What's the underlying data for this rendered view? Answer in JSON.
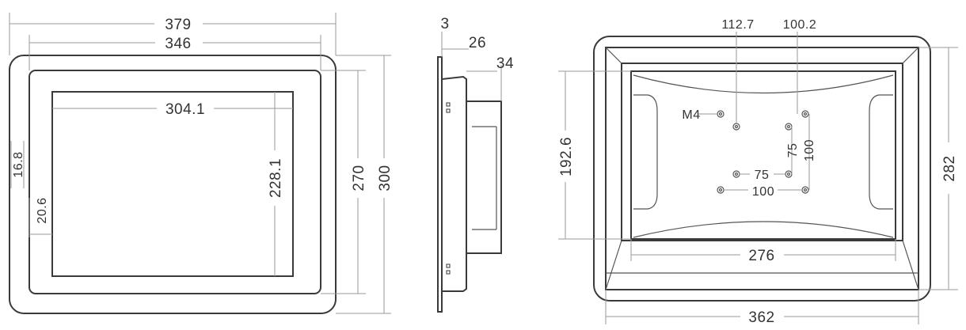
{
  "front_view": {
    "outer_width": "379",
    "bezel_width": "346",
    "active_width": "304.1",
    "active_height": "228.1",
    "bezel_height": "270",
    "outer_height": "300",
    "side_offset_vertical": "16.8",
    "side_offset_horizontal": "20.6"
  },
  "side_view": {
    "front_thickness": "3",
    "body_depth": "26",
    "total_depth": "34"
  },
  "back_view": {
    "hole_offset_a": "112.7",
    "hole_offset_b": "100.2",
    "screw_label": "M4",
    "vesa_75_v": "75",
    "vesa_100_v": "100",
    "vesa_75_h": "75",
    "vesa_100_h": "100",
    "cutout_height": "192.6",
    "cutout_width": "276",
    "outer_width": "362",
    "outer_height": "282"
  },
  "colors": {
    "outline": "#3a3a3a",
    "dimension_line": "#9a9a9a",
    "text": "#333333"
  }
}
